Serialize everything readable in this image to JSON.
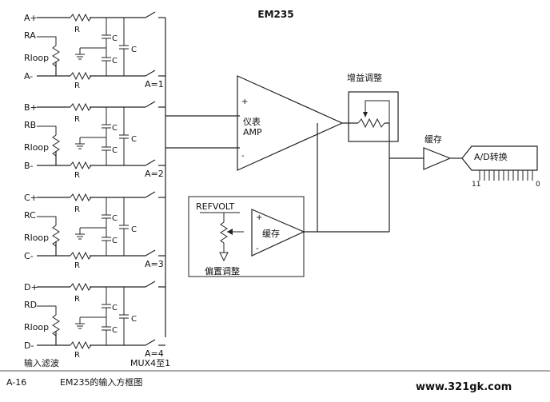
{
  "title": "EM235",
  "channels": [
    {
      "plus": "A+",
      "r_label": "RA",
      "rloop": "Rloop",
      "minus": "A-",
      "gain": "A=1"
    },
    {
      "plus": "B+",
      "r_label": "RB",
      "rloop": "Rloop",
      "minus": "B-",
      "gain": "A=2"
    },
    {
      "plus": "C+",
      "r_label": "RC",
      "rloop": "Rloop",
      "minus": "C-",
      "gain": "A=3"
    },
    {
      "plus": "D+",
      "r_label": "RD",
      "rloop": "Rloop",
      "minus": "D-",
      "gain": "A=4"
    }
  ],
  "resistor_label": "R",
  "capacitor_label": "C",
  "input_filter_label": "输入滤波",
  "mux_label": "MUX4至1",
  "amp": {
    "line1": "仪表",
    "line2": "AMP",
    "plus": "+",
    "minus": "-"
  },
  "gain_adjust_label": "增益调整",
  "buffer_label": "缓存",
  "adc_label": "A/D转换",
  "adc_bit_high": "11",
  "adc_bit_low": "0",
  "refvolt_label": "REFVOLT",
  "inner_buffer_label": "缓存",
  "inner_plus": "+",
  "inner_minus": "-",
  "offset_adjust_label": "偏置调整",
  "footer": {
    "page": "A-16",
    "caption": "EM235的输入方框图",
    "website": "www.321gk.com"
  }
}
